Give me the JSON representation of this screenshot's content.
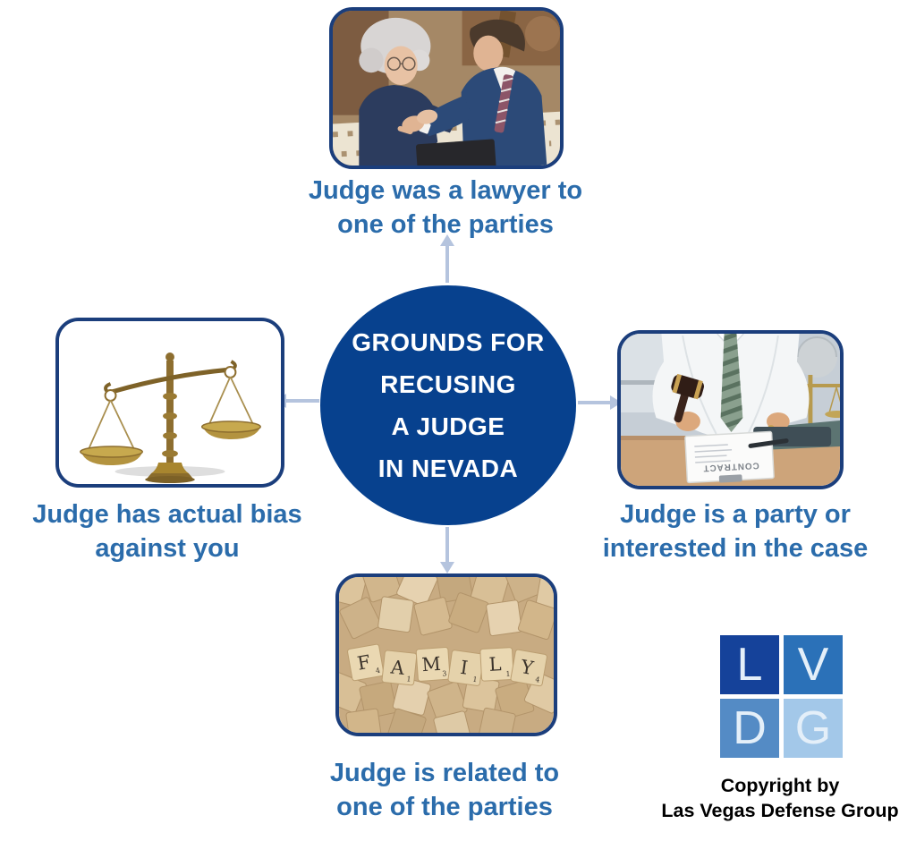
{
  "colors": {
    "circle_bg": "#07418e",
    "circle_text": "#ffffff",
    "label_text": "#2b6cab",
    "image_border": "#1b3e7c",
    "arrow": "#b5c4de",
    "copyright_text": "#000000"
  },
  "center": {
    "lines": [
      "GROUNDS FOR",
      "RECUSING",
      "A JUDGE",
      "IN NEVADA"
    ]
  },
  "nodes": {
    "top": {
      "lines": [
        "Judge was a lawyer to",
        "one of the parties"
      ],
      "image": "elderly-client-with-lawyer-photo"
    },
    "left": {
      "lines": [
        "Judge has actual bias",
        "against you"
      ],
      "image": "unbalanced-scales-of-justice-photo"
    },
    "right": {
      "lines": [
        "Judge is a party or",
        "interested in the case"
      ],
      "image": "judge-with-gavel-and-contract-photo"
    },
    "bottom": {
      "lines": [
        "Judge is related to",
        "one of the parties"
      ],
      "image": "family-scrabble-tiles-photo"
    }
  },
  "family_tiles": [
    {
      "letter": "F",
      "value": "4"
    },
    {
      "letter": "A",
      "value": "1"
    },
    {
      "letter": "M",
      "value": "3"
    },
    {
      "letter": "I",
      "value": "1"
    },
    {
      "letter": "L",
      "value": "1"
    },
    {
      "letter": "Y",
      "value": "4"
    }
  ],
  "contract_text": "CONTRACT",
  "logo": {
    "squares": [
      {
        "letter": "L",
        "color": "#15429a"
      },
      {
        "letter": "V",
        "color": "#2b71b8"
      },
      {
        "letter": "D",
        "color": "#548bc5"
      },
      {
        "letter": "G",
        "color": "#a3c8e9"
      }
    ],
    "copyright": [
      "Copyright by",
      "Las Vegas Defense Group"
    ]
  }
}
